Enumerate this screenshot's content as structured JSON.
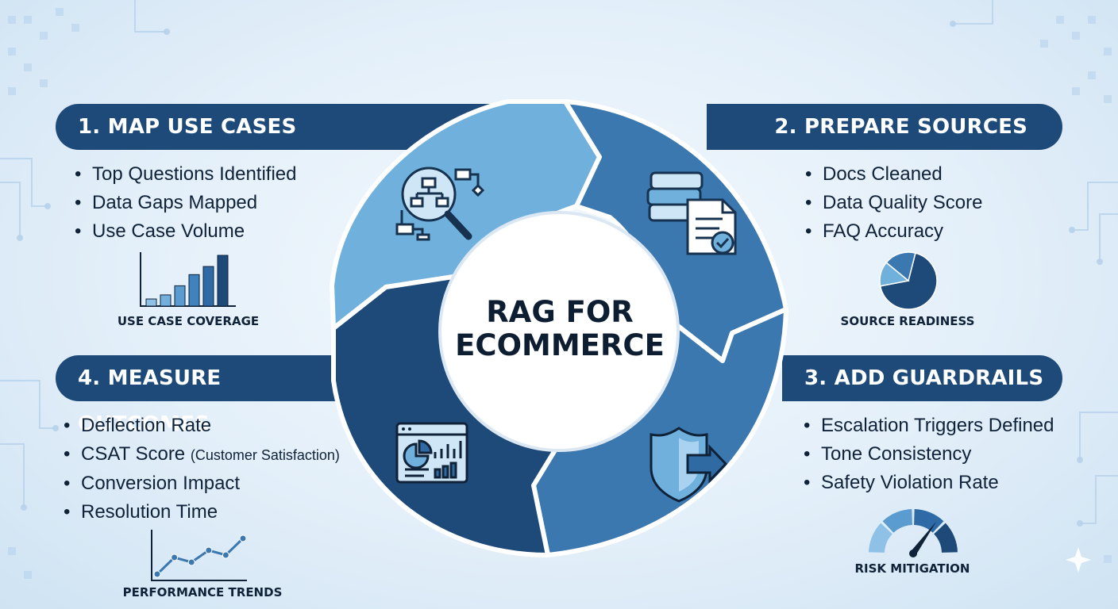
{
  "center": {
    "title": "RAG FOR\nECOMMERCE"
  },
  "steps": [
    {
      "title": "1. MAP USE CASES",
      "items": [
        "Top Questions Identified",
        "Data Gaps Mapped",
        "Use Case Volume"
      ],
      "visual_label": "USE CASE COVERAGE",
      "visual_type": "bar-chart",
      "icon": "magnifier-flowchart-icon",
      "visual_values": [
        0.14,
        0.22,
        0.4,
        0.62,
        0.78,
        1.0
      ]
    },
    {
      "title": "2. PREPARE SOURCES",
      "items": [
        "Docs Cleaned",
        "Data Quality Score",
        "FAQ Accuracy"
      ],
      "visual_label": "SOURCE READINESS",
      "visual_type": "pie-chart",
      "icon": "documents-check-icon",
      "visual_values": [
        0.68,
        0.14,
        0.18
      ]
    },
    {
      "title": "3. ADD GUARDRAILS",
      "items": [
        "Escalation Triggers Defined",
        "Tone Consistency",
        "Safety Violation Rate"
      ],
      "visual_label": "RISK MITIGATION",
      "visual_type": "gauge",
      "icon": "shield-arrow-icon",
      "visual_values": [
        0.7
      ]
    },
    {
      "title": "4. MEASURE OUTCOMES",
      "items": [
        "Deflection Rate",
        "CSAT Score",
        "Conversion Impact",
        "Resolution Time"
      ],
      "item_note": "(Customer Satisfaction)",
      "visual_label": "PERFORMANCE TRENDS",
      "visual_type": "line-chart",
      "icon": "dashboard-icon",
      "visual_values": [
        0.0,
        0.42,
        0.3,
        0.6,
        0.48,
        0.9
      ]
    }
  ],
  "colors": {
    "banner": "#1e4a7a",
    "segment_light": "#6fb0dd",
    "segment_mid": "#3b78b0",
    "segment_dark": "#1e4a7a",
    "text": "#0f2238"
  }
}
